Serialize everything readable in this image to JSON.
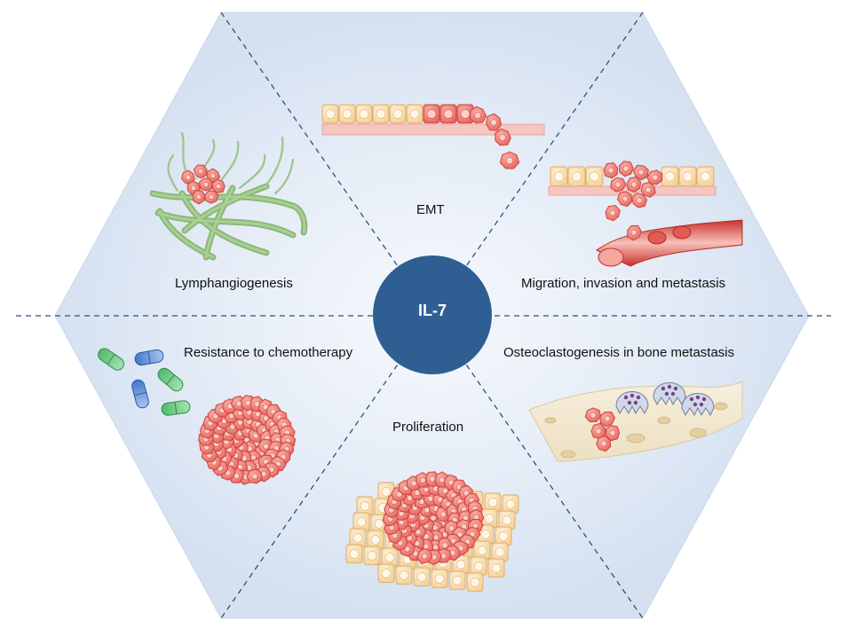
{
  "center": {
    "label": "IL-7",
    "color": "#2f5e92"
  },
  "segments": [
    {
      "id": "emt",
      "label": "EMT"
    },
    {
      "id": "migration",
      "label": "Migration, invasion and metastasis"
    },
    {
      "id": "osteoclastogenesis",
      "label": "Osteoclastogenesis in bone metastasis"
    },
    {
      "id": "proliferation",
      "label": "Proliferation"
    },
    {
      "id": "resistance",
      "label": "Resistance to chemotherapy"
    },
    {
      "id": "lymphangiogenesis",
      "label": "Lymphangiogenesis"
    }
  ],
  "colors": {
    "hexagon_fill": "#d7e3f3",
    "hexagon_glow": "#f4f8fd",
    "divider": "#2d4f7a",
    "tumor_cell": "#f07b74",
    "normal_cell": "#fbe3b8",
    "lymph_vessel": "#9cc48a",
    "blood_vessel": "#d8403c"
  }
}
